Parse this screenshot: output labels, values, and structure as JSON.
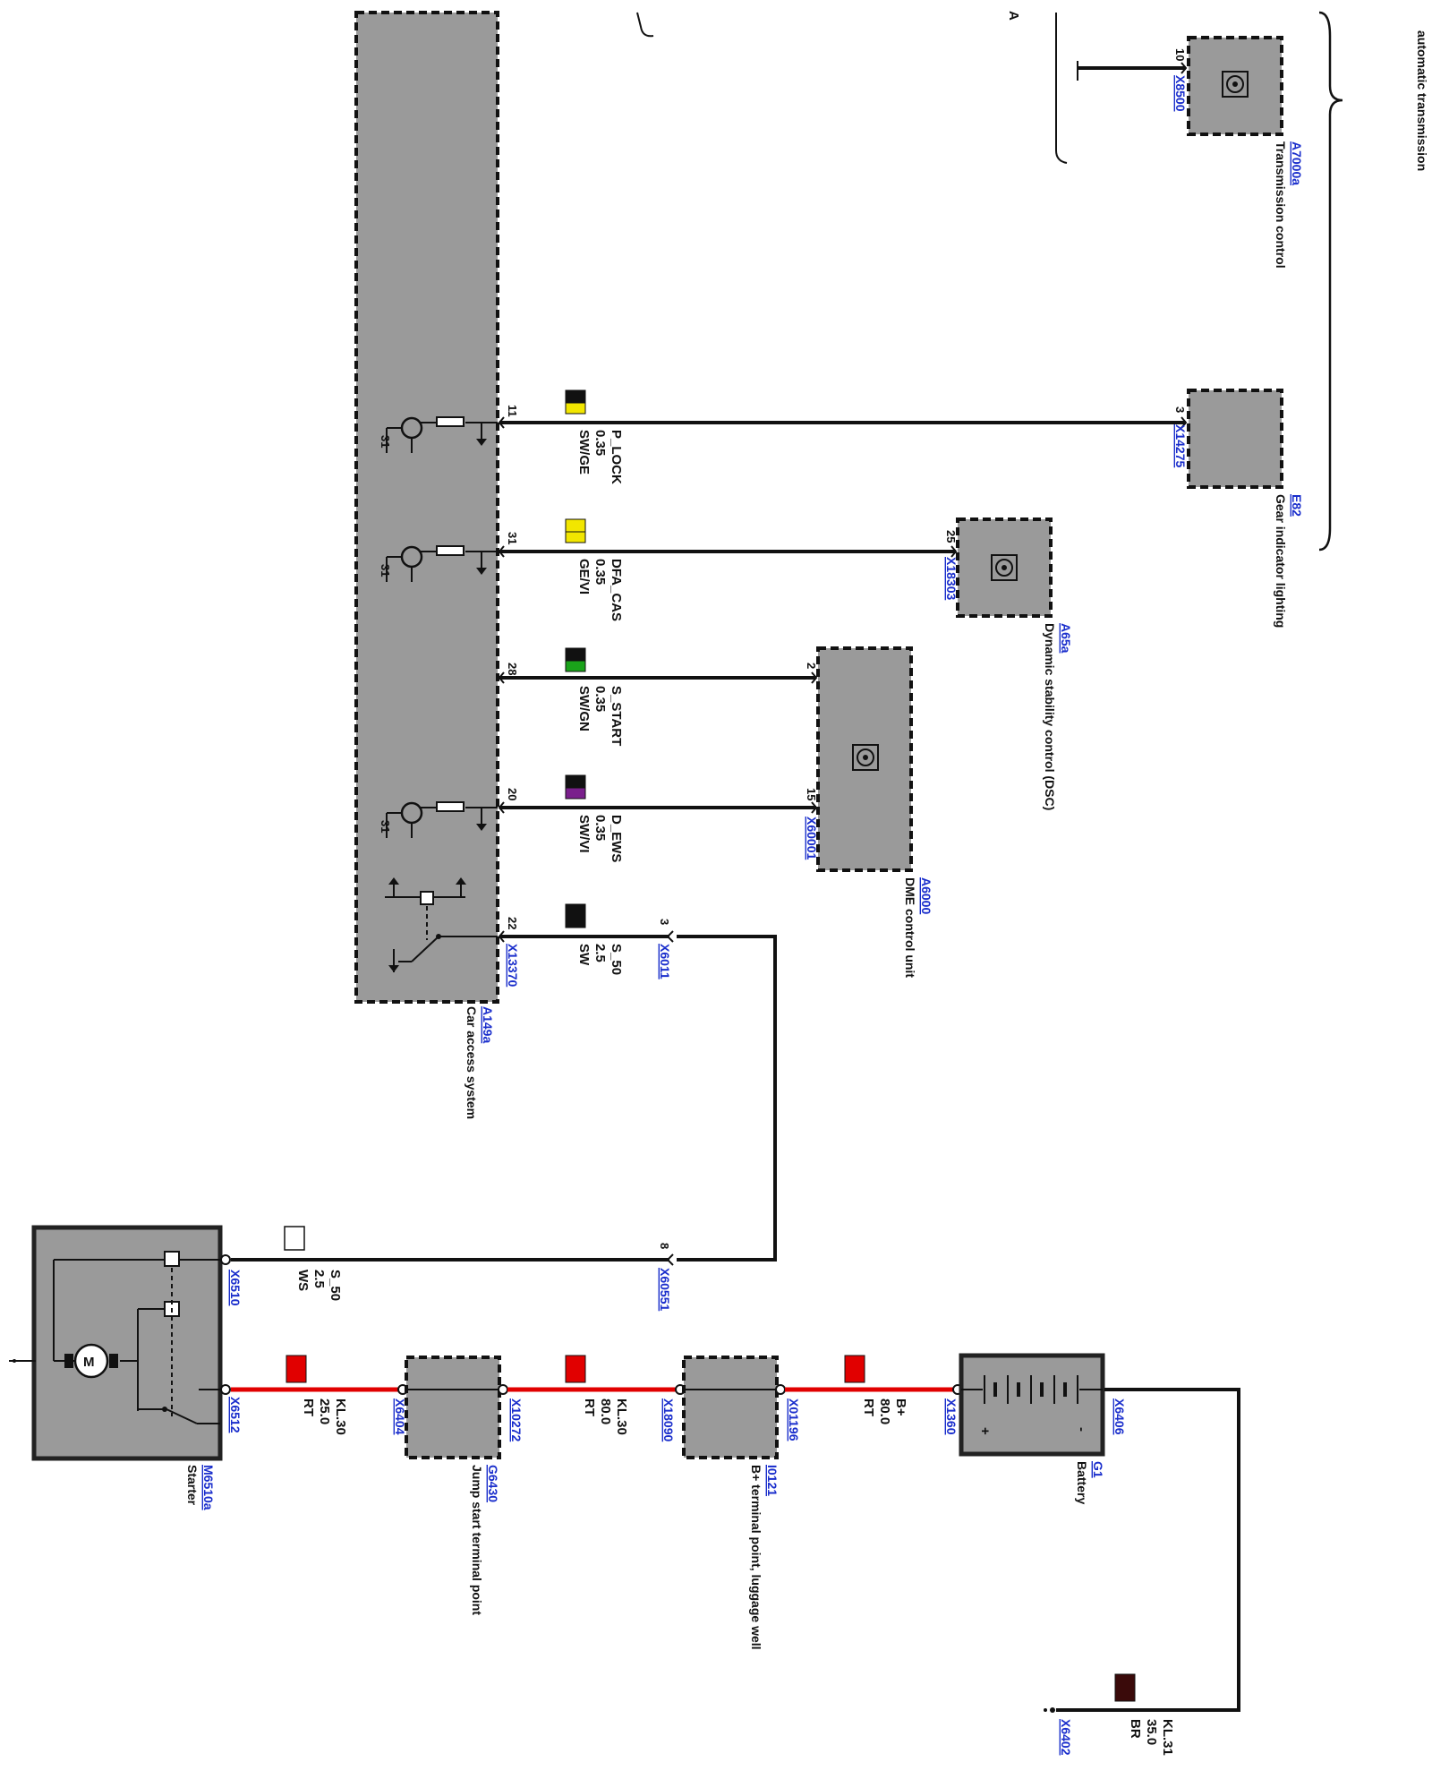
{
  "header": {
    "section_title": "automatic transmission",
    "bracket_letter": "A"
  },
  "components": {
    "cas": {
      "id": "A149a",
      "name": "Car access system",
      "connector": "X13370",
      "pins": [
        "22",
        "20",
        "28",
        "31",
        "11"
      ]
    },
    "dme": {
      "id": "A6000",
      "name": "DME control unit",
      "connector": "X60001",
      "pins": [
        "2",
        "15"
      ]
    },
    "dsc": {
      "id": "A65a",
      "name": "Dynamic stability control (DSC)",
      "connector": "X18303",
      "pin": "25"
    },
    "gear_light": {
      "id": "E82",
      "name": "Gear indicator lighting",
      "connector": "X14275",
      "pin": "3"
    },
    "trans": {
      "id": "A7000a",
      "name": "Transmission control",
      "connector": "X8500",
      "pin": "10"
    },
    "starter": {
      "id": "M6510a",
      "name": "Starter",
      "connectors": [
        "X6510",
        "X6512"
      ]
    },
    "jump": {
      "id": "G6430",
      "name": "Jump start terminal point",
      "connectors": [
        "X6404",
        "X10272"
      ]
    },
    "bplus": {
      "id": "I0121",
      "name": "B+ terminal point, luggage well",
      "connectors": [
        "X18090",
        "X01196"
      ]
    },
    "battery": {
      "id": "G1",
      "name": "Battery",
      "connectors": [
        "X1360",
        "X6406"
      ],
      "plus": "+",
      "minus": "-"
    },
    "ground": {
      "connector": "X6402"
    },
    "inline1": {
      "connector": "X6011",
      "pin": "3"
    },
    "inline2": {
      "connector": "X60551",
      "pin": "8"
    }
  },
  "wires": [
    {
      "signal": "P_LOCK",
      "size": "0.35",
      "color": "SW/GE",
      "c1": "#111111",
      "c2": "#f2e600"
    },
    {
      "signal": "DFA_CAS",
      "size": "0.35",
      "color": "GE/VI",
      "c1": "#f2e600",
      "c2": "#f2e600"
    },
    {
      "signal": "S_START",
      "size": "0.35",
      "color": "SW/GN",
      "c1": "#111111",
      "c2": "#1aa31a"
    },
    {
      "signal": "D_EWS",
      "size": "0.35",
      "color": "SW/VI",
      "c1": "#111111",
      "c2": "#7a1f8c"
    },
    {
      "signal": "S_50",
      "size": "2.5",
      "color": "SW",
      "c1": "#111111",
      "c2": "#111111"
    },
    {
      "signal": "S_50",
      "size": "2.5",
      "color": "WS",
      "c1": "#ffffff",
      "c2": "#ffffff"
    },
    {
      "signal": "KL.30",
      "size": "25.0",
      "color": "RT",
      "c1": "#e10000",
      "c2": "#e10000"
    },
    {
      "signal": "KL.30",
      "size": "80.0",
      "color": "RT",
      "c1": "#e10000",
      "c2": "#e10000"
    },
    {
      "signal": "B+",
      "size": "80.0",
      "color": "RT",
      "c1": "#e10000",
      "c2": "#e10000"
    },
    {
      "signal": "KL.31",
      "size": "35.0",
      "color": "BR",
      "c1": "#3a0a0a",
      "c2": "#3a0a0a"
    }
  ],
  "ground_pin": "31"
}
